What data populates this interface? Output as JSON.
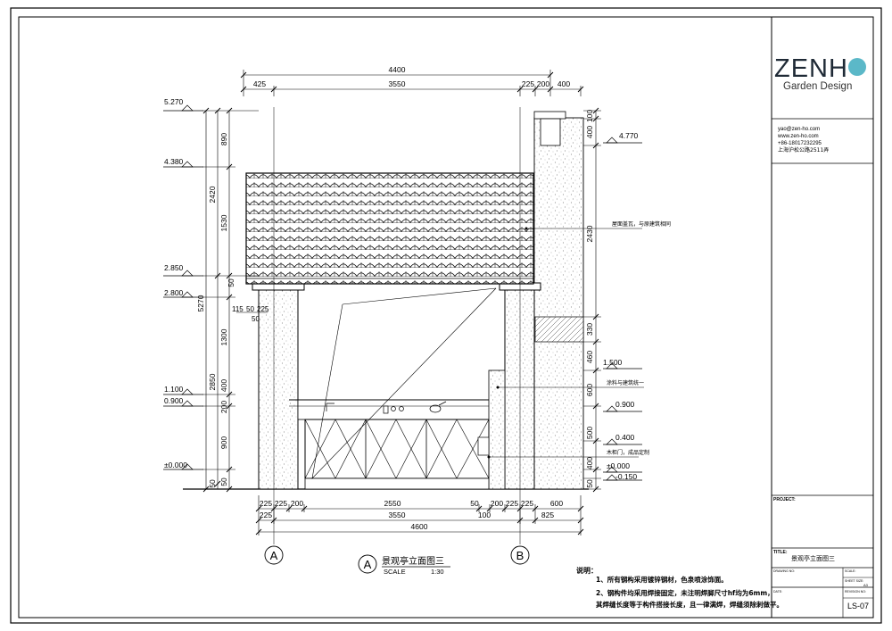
{
  "title_block": {
    "brand_main": "ZENHO",
    "brand_zen": "ZEN",
    "brand_h": "H",
    "brand_o": "O",
    "brand_sub": "Garden Design",
    "email": "yao@zen-ho.com",
    "website": "www.zen-ho.com",
    "phone": "+86-18017232295",
    "address": "上海沪松公路2511弄",
    "project_label": "PROJECT:",
    "title_label": "TITLE:",
    "title_value": "景观亭立面图三",
    "drawn_by_label": "DRAWING NO:",
    "scale_label": "SCALE:",
    "sheet_size_label": "SHEET SIZE:",
    "sheet_size_value": "A3",
    "date_label": "DATE:",
    "revision_label": "REVISION NO:",
    "drawing_no": "LS-07",
    "brand_colors": {
      "ink": "#1f2a36",
      "accent": "#5bb8c8"
    }
  },
  "drawing": {
    "caption_marker": "A",
    "caption_title": "景观亭立面图三",
    "caption_scale_label": "SCALE",
    "caption_scale_value": "1:30",
    "axis_a": "A",
    "axis_b": "B",
    "top_dims": {
      "overall": "4400",
      "left": "425",
      "middle": "3550",
      "r1": "225",
      "r2": "200",
      "r3": "400"
    },
    "bottom_row1": [
      "225",
      "225",
      "200",
      "2550",
      "50",
      "200",
      "225",
      "225",
      "600"
    ],
    "bottom_row2": [
      "225",
      "3550",
      "100",
      "825"
    ],
    "bottom_row3": "4600",
    "left_levels": [
      "5.270",
      "4.380",
      "2.850",
      "2.800",
      "1.100",
      "0.900",
      "±0.000"
    ],
    "left_dims_outer": [
      "5270"
    ],
    "left_dims_mid": [
      "2420",
      "2850",
      "50"
    ],
    "left_dims_inner": [
      "890",
      "1530",
      "50",
      "1300",
      "400",
      "200",
      "900",
      "50"
    ],
    "small_dims": [
      "115",
      "50",
      "225",
      "50"
    ],
    "right_levels": [
      "4.770",
      "1.500",
      "0.900",
      "0.400",
      "±0.000",
      "-0.150"
    ],
    "right_dims": [
      "100",
      "400",
      "2430",
      "330",
      "460",
      "600",
      "500",
      "400",
      "50"
    ],
    "annotations": {
      "roof": "屋面盖瓦，与原建筑相同",
      "wall": "涂料与建筑统一",
      "door": "木柜门，成品定制"
    },
    "notes": {
      "heading": "说明：",
      "n1": "1、所有钢构采用镀锌钢材，色泉喷涂饰面。",
      "n2": "2、钢构件均采用焊接固定，未注明焊脚尺寸hf均为6mm，",
      "n3": "其焊缝长度等于构件搭接长度，且一律满焊，焊缝须除刺做平。"
    }
  }
}
